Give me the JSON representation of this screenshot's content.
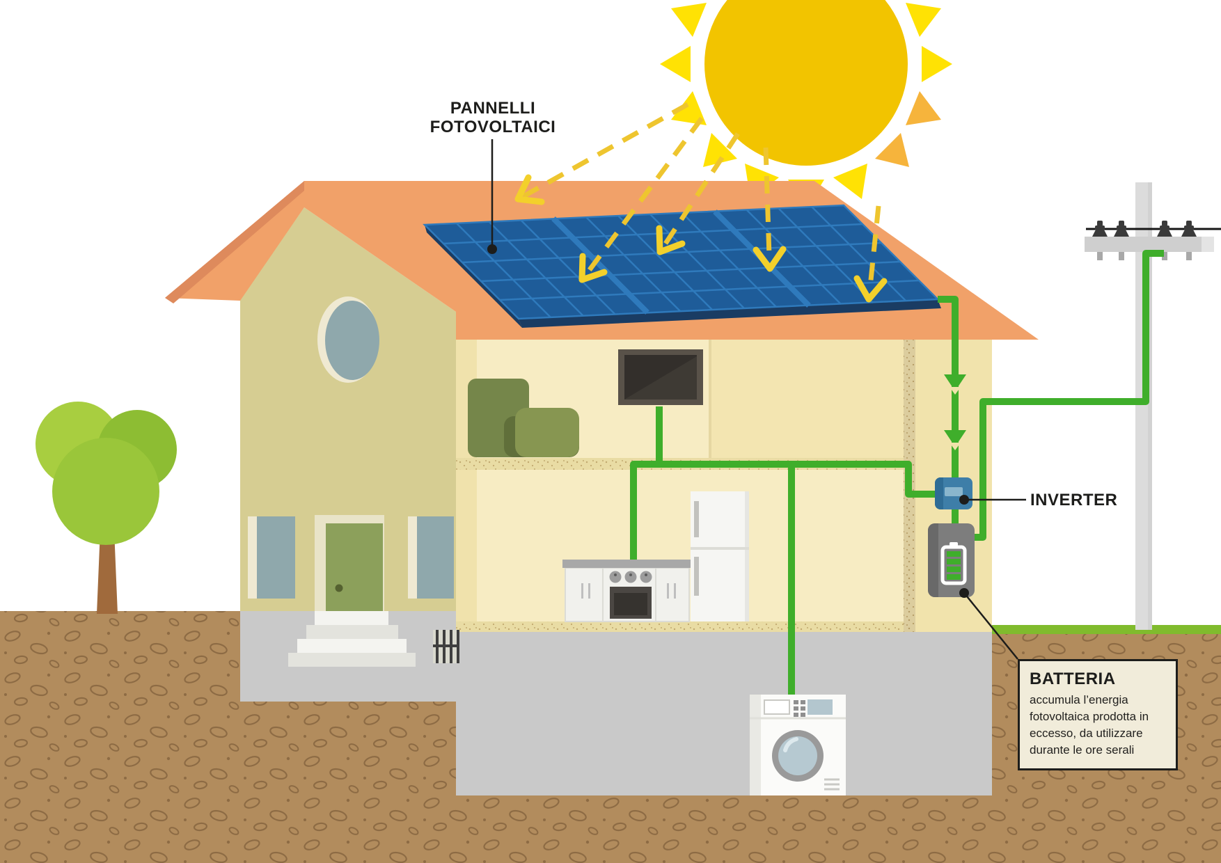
{
  "labels": {
    "panels": "PANNELLI FOTOVOLTAICI",
    "inverter": "INVERTER"
  },
  "callout": {
    "title": "BATTERIA",
    "body": "accumula l’energia fotovoltaica prodotta in eccesso, da utilizzare durante le ore serali"
  },
  "icons": {
    "sun": "yellow-circle-with-triangle-rays",
    "sunlight": "yellow-dashed-arrows",
    "solar-panels": "blue-grid-panel-on-roof",
    "inverter": "blue-wall-box-with-display",
    "battery": "grey-wall-box-with-green-battery-gauge",
    "utility-pole": "grey-pole-with-crossarm-and-insulators",
    "energy-flow": "green-wire-with-down-arrows",
    "tv": "wall-mounted-flatscreen",
    "sofa": "olive-armchair",
    "fridge": "white-two-door-refrigerator",
    "stove": "counter-with-oven-and-knobs",
    "washing-machine": "front-load-washer",
    "tree": "round-foliage-tree"
  },
  "colors": {
    "sun": "#F2C400",
    "sun_rays": "#FFE204",
    "sun_rays_warm": "#F6B43C",
    "sunlight_dash": "#EEC52F",
    "roof": "#F1A169",
    "roof_edge": "#DE8A5C",
    "panel": "#1E5C99",
    "panel_grid": "#2F7ABC",
    "panel_edge": "#1A3C63",
    "facade": "#D6CD92",
    "interior": "#F7ECC3",
    "interior_shaded": "#F1E3AC",
    "wire_green": "#3FAE2B",
    "soil": "#B28C5D",
    "pebble": "#8D6B44",
    "grass": "#80BB2D",
    "foundation": "#C9C9C9",
    "inverter_box": "#3E7EA8",
    "battery_box": "#7D7D7D",
    "text": "#1D1D1B",
    "callout_bg": "#F1ECDA"
  }
}
